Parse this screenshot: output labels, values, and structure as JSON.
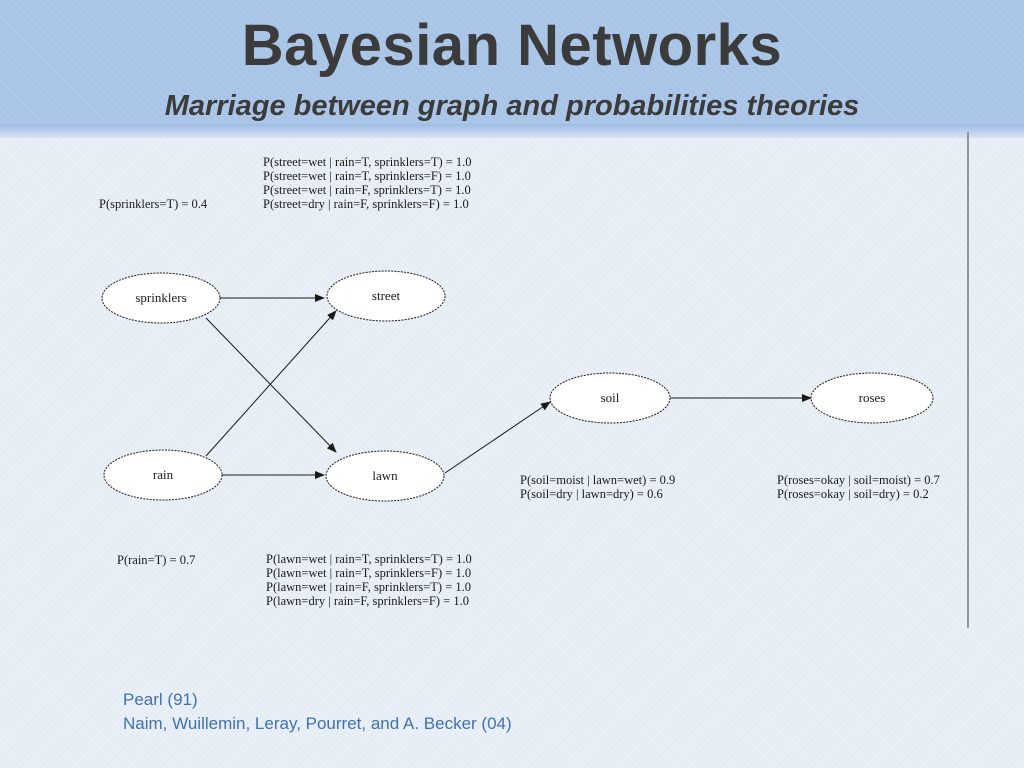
{
  "slide": {
    "title": "Bayesian Networks",
    "subtitle": "Marriage between graph and probabilities theories"
  },
  "diagram": {
    "nodes": {
      "sprinklers": "sprinklers",
      "street": "street",
      "rain": "rain",
      "lawn": "lawn",
      "soil": "soil",
      "roses": "roses"
    },
    "edges": [
      {
        "from": "sprinklers",
        "to": "street"
      },
      {
        "from": "sprinklers",
        "to": "lawn"
      },
      {
        "from": "rain",
        "to": "street"
      },
      {
        "from": "rain",
        "to": "lawn"
      },
      {
        "from": "lawn",
        "to": "soil"
      },
      {
        "from": "soil",
        "to": "roses"
      }
    ],
    "probabilities": {
      "sprinklers": [
        "P(sprinklers=T) = 0.4"
      ],
      "street": [
        "P(street=wet | rain=T, sprinklers=T) = 1.0",
        "P(street=wet | rain=T, sprinklers=F) = 1.0",
        "P(street=wet | rain=F, sprinklers=T) = 1.0",
        "P(street=dry | rain=F, sprinklers=F) = 1.0"
      ],
      "rain": [
        "P(rain=T) = 0.7"
      ],
      "lawn": [
        "P(lawn=wet | rain=T, sprinklers=T) = 1.0",
        "P(lawn=wet | rain=T, sprinklers=F) = 1.0",
        "P(lawn=wet | rain=F, sprinklers=T) = 1.0",
        "P(lawn=dry | rain=F, sprinklers=F) = 1.0"
      ],
      "soil": [
        "P(soil=moist | lawn=wet) = 0.9",
        "P(soil=dry | lawn=dry) = 0.6"
      ],
      "roses": [
        "P(roses=okay | soil=moist) = 0.7",
        "P(roses=okay | soil=dry) = 0.2"
      ]
    }
  },
  "references": [
    "Pearl (91)",
    "Naim, Wuillemin, Leray, Pourret, and A. Becker (04)"
  ]
}
